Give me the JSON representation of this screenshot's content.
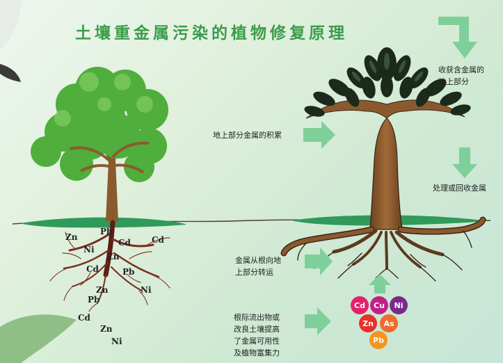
{
  "title": "土壤重金属污染的植物修复原理",
  "labels": {
    "harvest_line1": "收获含金属的",
    "harvest_line2": "地上部分",
    "accumulate": "地上部分金属的积累",
    "process": "处理或回收金属",
    "transport_line1": "金属从根向地",
    "transport_line2": "上部分转运",
    "exudate_line1": "根际流出物或",
    "exudate_line2": "改良土壤提高",
    "exudate_line3": "了金属可用性",
    "exudate_line4": "及植物富集力"
  },
  "root_metals": [
    "Zn",
    "Pb",
    "Cd",
    "Cd",
    "Ni",
    "Zn",
    "Cd",
    "Pb",
    "Zn",
    "Ni",
    "Pb"
  ],
  "soil_metals": [
    "Cd",
    "Zn",
    "Ni"
  ],
  "bubbles": [
    {
      "text": "Cd",
      "color": "#e5206a"
    },
    {
      "text": "Cu",
      "color": "#c21f85"
    },
    {
      "text": "Ni",
      "color": "#7b2a8c"
    },
    {
      "text": "Zn",
      "color": "#e8302c"
    },
    {
      "text": "As",
      "color": "#f06b2b"
    },
    {
      "text": "Pb",
      "color": "#f7941d"
    }
  ],
  "colors": {
    "title": "#3a9c4a",
    "arrow": "#7fcf9a",
    "trunk": "#8a5a2e",
    "root_dark": "#5c1f16",
    "left_foliage": "#4fae3c",
    "right_foliage": "#1c2a1c",
    "ground": "#2f9a5a"
  }
}
